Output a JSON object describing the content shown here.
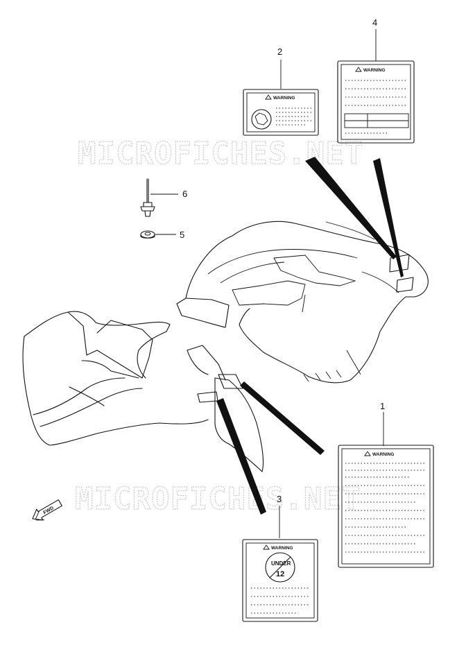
{
  "watermark": {
    "text": "MICROFICHES.NET"
  },
  "callouts": {
    "c1": "1",
    "c2": "2",
    "c3": "3",
    "c4": "4",
    "c5": "5",
    "c6": "6"
  },
  "labels": {
    "label1_heading": "WARNING",
    "label2_heading": "WARNING",
    "label3_heading": "WARNING",
    "label4_heading": "WARNING",
    "label3_badge_top": "UNDER",
    "label3_badge_num": "12"
  },
  "direction_arrow": {
    "text": "FWD"
  }
}
